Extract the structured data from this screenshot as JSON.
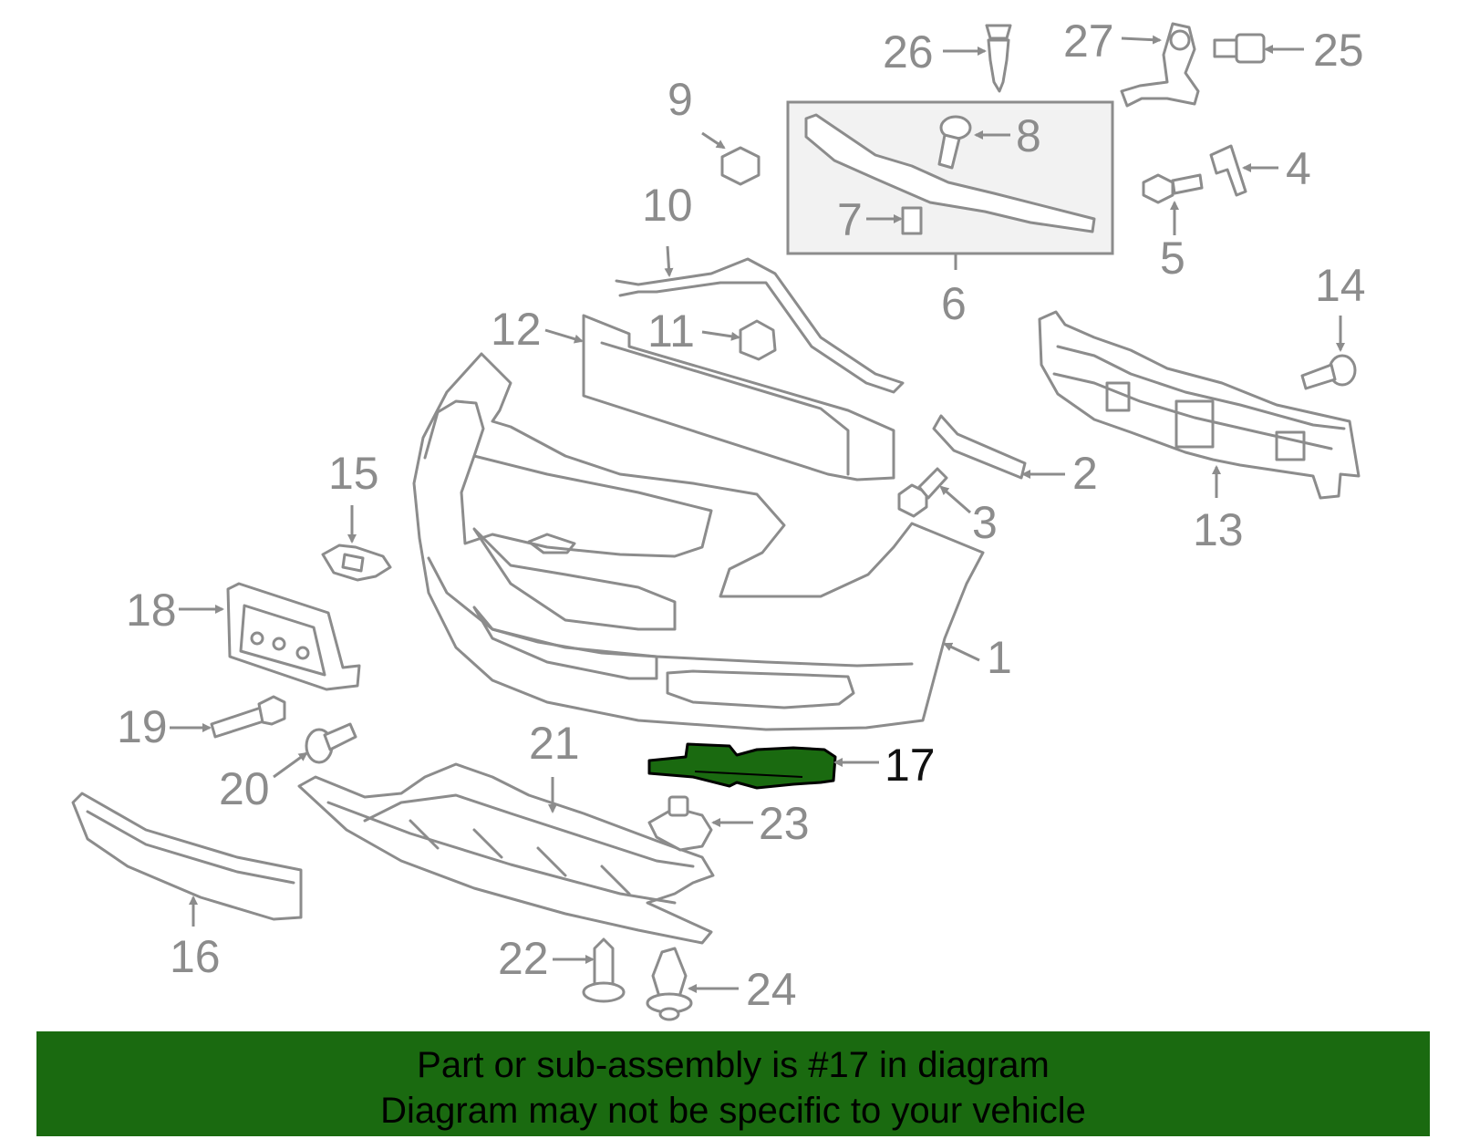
{
  "diagram": {
    "highlight_color": "#1a6a10",
    "line_color": "#8c8c8c",
    "callouts": {
      "c1": "1",
      "c2": "2",
      "c3": "3",
      "c4": "4",
      "c5": "5",
      "c6": "6",
      "c7": "7",
      "c8": "8",
      "c9": "9",
      "c10": "10",
      "c11": "11",
      "c12": "12",
      "c13": "13",
      "c14": "14",
      "c15": "15",
      "c16": "16",
      "c17": "17",
      "c18": "18",
      "c19": "19",
      "c20": "20",
      "c21": "21",
      "c22": "22",
      "c23": "23",
      "c24": "24",
      "c25": "25",
      "c26": "26",
      "c27": "27"
    },
    "highlighted_part": "17"
  },
  "banner": {
    "line1": "Part or sub-assembly is #17 in diagram",
    "line2": "Diagram may not be specific to your vehicle"
  }
}
